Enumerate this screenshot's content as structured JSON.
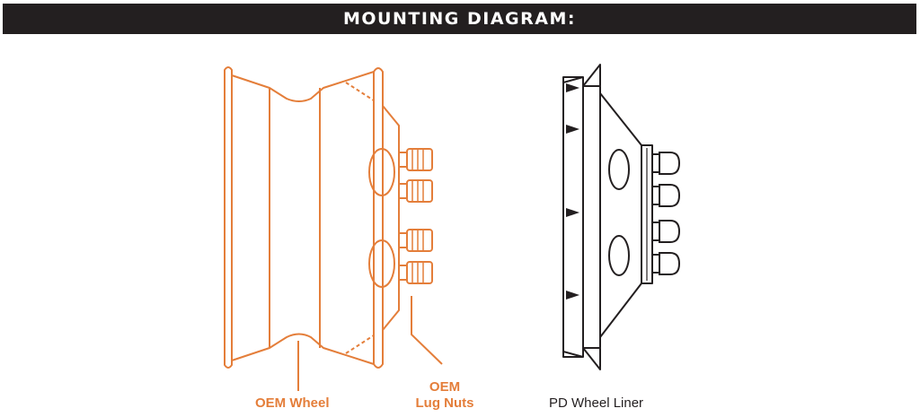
{
  "header": {
    "title": "MOUNTING DIAGRAM:"
  },
  "labels": {
    "oem_wheel": "OEM Wheel",
    "oem_lug_nuts_line1": "OEM",
    "oem_lug_nuts_line2": "Lug Nuts",
    "pd_wheel_liner": "PD Wheel Liner"
  },
  "colors": {
    "banner_bg": "#231f20",
    "banner_text": "#ffffff",
    "oem_orange": "#e47e3a",
    "liner_black": "#231f20"
  }
}
